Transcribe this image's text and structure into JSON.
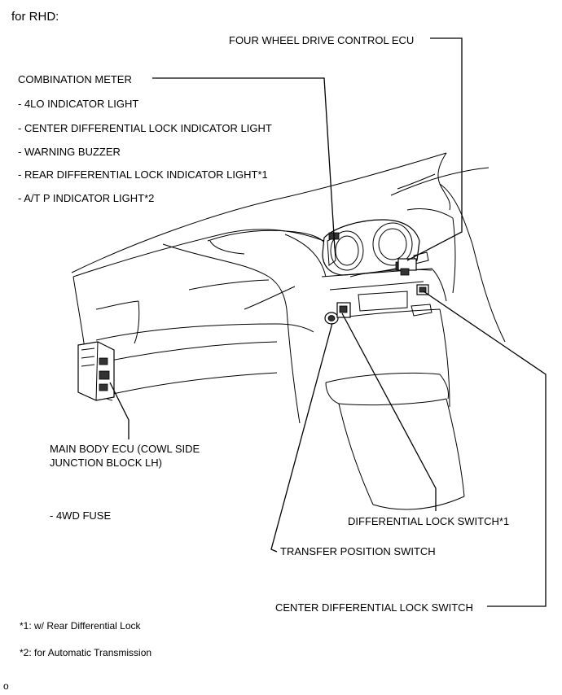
{
  "header": "for RHD:",
  "labels": {
    "four_wheel_drive_ecu": "FOUR WHEEL DRIVE CONTROL ECU",
    "combination_meter": "COMBINATION METER",
    "meter_items": [
      "- 4LO INDICATOR LIGHT",
      "- CENTER DIFFERENTIAL LOCK INDICATOR LIGHT",
      "- WARNING BUZZER",
      "- REAR DIFFERENTIAL LOCK INDICATOR LIGHT*1",
      "- A/T P INDICATOR LIGHT*2"
    ],
    "main_body_ecu_line1": "MAIN BODY ECU (COWL SIDE",
    "main_body_ecu_line2": "JUNCTION BLOCK LH)",
    "fuse_4wd": "- 4WD FUSE",
    "differential_lock_switch": "DIFFERENTIAL LOCK SWITCH*1",
    "transfer_position_switch": "TRANSFER POSITION SWITCH",
    "center_differential_lock_switch": "CENTER DIFFERENTIAL LOCK SWITCH"
  },
  "footnotes": [
    "*1: w/ Rear Differential Lock",
    "*2: for Automatic Transmission"
  ],
  "corner_mark": "o"
}
